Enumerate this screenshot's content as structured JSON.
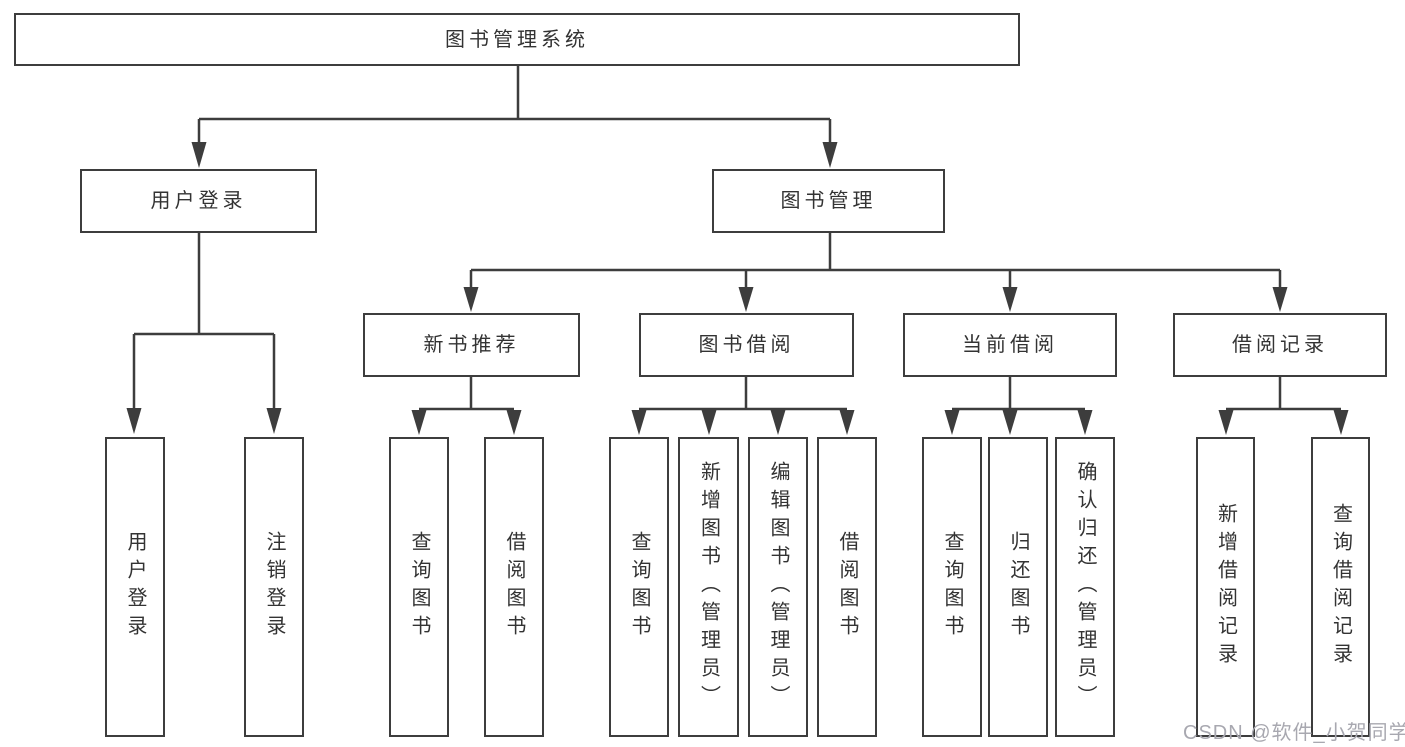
{
  "diagram_title": "图书管理系统",
  "colors": {
    "line": "#3d3d3d",
    "text": "#333333",
    "box_fill": "#ffffff",
    "watermark": "#a8a8b0"
  },
  "nodes": {
    "root": {
      "label": "图书管理系统"
    },
    "level2": [
      {
        "label": "用户登录",
        "parent": "图书管理系统"
      },
      {
        "label": "图书管理",
        "parent": "图书管理系统"
      }
    ],
    "level3": [
      {
        "label": "新书推荐",
        "parent": "图书管理"
      },
      {
        "label": "图书借阅",
        "parent": "图书管理"
      },
      {
        "label": "当前借阅",
        "parent": "图书管理"
      },
      {
        "label": "借阅记录",
        "parent": "图书管理"
      }
    ],
    "level4": [
      {
        "label": "用户登录",
        "parent": "用户登录"
      },
      {
        "label": "注销登录",
        "parent": "用户登录"
      },
      {
        "label": "查询图书",
        "parent": "新书推荐"
      },
      {
        "label": "借阅图书",
        "parent": "新书推荐"
      },
      {
        "label": "查询图书",
        "parent": "图书借阅"
      },
      {
        "label": "新增图书（管理员）",
        "parent": "图书借阅"
      },
      {
        "label": "编辑图书（管理员）",
        "parent": "图书借阅"
      },
      {
        "label": "借阅图书",
        "parent": "图书借阅"
      },
      {
        "label": "查询图书",
        "parent": "当前借阅"
      },
      {
        "label": "归还图书",
        "parent": "当前借阅"
      },
      {
        "label": "确认归还（管理员）",
        "parent": "当前借阅"
      },
      {
        "label": "新增借阅记录",
        "parent": "借阅记录"
      },
      {
        "label": "查询借阅记录",
        "parent": "借阅记录"
      }
    ]
  },
  "watermark": {
    "text": "CSDN @软件_小贺同学"
  }
}
